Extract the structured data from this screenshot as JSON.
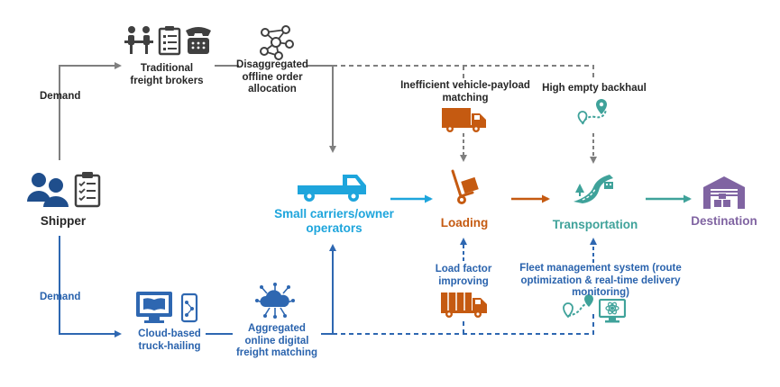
{
  "colors": {
    "gray": "#7f7f7f",
    "dark": "#404040",
    "blue": "#2e67b1",
    "cyan": "#1ea5dc",
    "orange": "#c55a11",
    "teal": "#3fa29a",
    "purple": "#8064a2"
  },
  "labels": {
    "demand_top": "Demand",
    "demand_bottom": "Demand",
    "traditional_brokers": "Traditional\nfreight brokers",
    "disaggregated": "Disaggregated\noffline order\nallocation",
    "inefficient": "Inefficient vehicle-payload\nmatching",
    "empty_backhaul": "High empty backhaul",
    "shipper": "Shipper",
    "small_carriers": "Small carriers/owner\noperators",
    "loading": "Loading",
    "transportation": "Transportation",
    "destination": "Destination",
    "load_factor": "Load factor\nimproving",
    "fleet_mgmt": "Fleet management system (route\noptimization & real-time delivery\nmonitoring)",
    "cloud_truck": "Cloud-based\ntruck-hailing",
    "aggregated": "Aggregated\nonline digital\nfreight matching"
  },
  "icons": {
    "brokers": "brokers-icon",
    "network": "network-icon",
    "shipper": "shipper-icon",
    "truck": "flatbed-truck-icon",
    "loading": "hand-truck-icon",
    "road": "road-icon",
    "warehouse": "warehouse-icon",
    "cloud": "cloud-network-icon",
    "computer": "computer-phone-icon",
    "map_pin": "map-pin-icon",
    "monitor": "monitor-icon"
  }
}
